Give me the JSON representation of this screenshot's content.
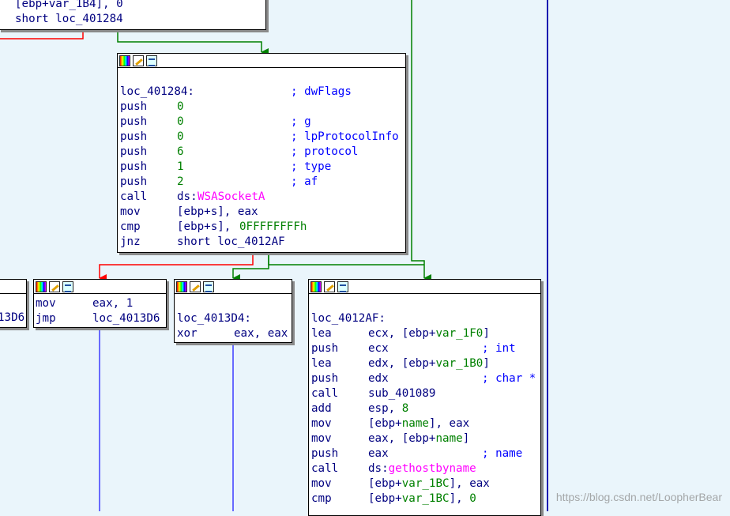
{
  "top_block": {
    "lines": [
      {
        "op": "",
        "operand": "[ebp+var_1B4], 0"
      },
      {
        "op": "",
        "operand": "short loc_401284"
      }
    ]
  },
  "block_401284": {
    "label": "loc_401284:",
    "label_comment": "; dwFlags",
    "lines": [
      {
        "op": "push",
        "operand": "0",
        "comment": ""
      },
      {
        "op": "push",
        "operand": "0",
        "comment": "; g"
      },
      {
        "op": "push",
        "operand": "0",
        "comment": "; lpProtocolInfo"
      },
      {
        "op": "push",
        "operand": "6",
        "comment": "; protocol"
      },
      {
        "op": "push",
        "operand": "1",
        "comment": "; type"
      },
      {
        "op": "push",
        "operand": "2",
        "comment": "; af"
      }
    ],
    "call_op": "call",
    "call_prefix": "ds:",
    "call_target": "WSASocketA",
    "mov_op": "mov",
    "mov_operand": "[ebp+s], eax",
    "cmp_op": "cmp",
    "cmp_operand": "[ebp+s], ",
    "cmp_value": "0FFFFFFFFh",
    "jnz_op": "jnz",
    "jnz_operand": "short loc_4012AF"
  },
  "left_partial": {
    "fragment": "13D6"
  },
  "block_mov": {
    "lines": [
      {
        "op": "mov",
        "operand": "eax, 1"
      },
      {
        "op": "jmp",
        "operand": "loc_4013D6"
      }
    ]
  },
  "block_4013D4": {
    "label": "loc_4013D4:",
    "op": "xor",
    "operand": "eax, eax"
  },
  "block_4012AF": {
    "label": "loc_4012AF:",
    "lines": [
      {
        "op": "lea",
        "pre": "ecx, [ebp+",
        "var": "var_1F0",
        "post": "]",
        "comment": ""
      },
      {
        "op": "push",
        "pre": "ecx",
        "var": "",
        "post": "",
        "comment": "; int"
      },
      {
        "op": "lea",
        "pre": "edx, [ebp+",
        "var": "var_1B0",
        "post": "]",
        "comment": ""
      },
      {
        "op": "push",
        "pre": "edx",
        "var": "",
        "post": "",
        "comment": "; char *"
      },
      {
        "op": "call",
        "pre": "sub_401089",
        "var": "",
        "post": "",
        "comment": ""
      },
      {
        "op": "add",
        "pre": "esp, ",
        "var": "",
        "post": "",
        "num": "8",
        "comment": ""
      },
      {
        "op": "mov",
        "pre": "[ebp+",
        "var": "name",
        "post": "], eax",
        "comment": ""
      },
      {
        "op": "mov",
        "pre": "eax, [ebp+",
        "var": "name",
        "post": "]",
        "comment": ""
      },
      {
        "op": "push",
        "pre": "eax",
        "var": "",
        "post": "",
        "comment": "; name"
      },
      {
        "op": "call",
        "pre": "ds:",
        "imp": "gethostbyname",
        "var": "",
        "post": "",
        "comment": ""
      },
      {
        "op": "mov",
        "pre": "[ebp+",
        "var": "var_1BC",
        "post": "], eax",
        "comment": ""
      },
      {
        "op": "cmp",
        "pre": "[ebp+",
        "var": "var_1BC",
        "post": "], ",
        "num": "0",
        "comment": ""
      }
    ]
  },
  "colors": {
    "background": "#eaf5fb",
    "edge_true": "#008000",
    "edge_false": "#ff0000",
    "edge_uncond": "#0000ff",
    "text": "#000080",
    "comment": "#0000ff",
    "import": "#ff00ff",
    "number": "#008000"
  },
  "watermark": "https://blog.csdn.net/LoopherBear"
}
